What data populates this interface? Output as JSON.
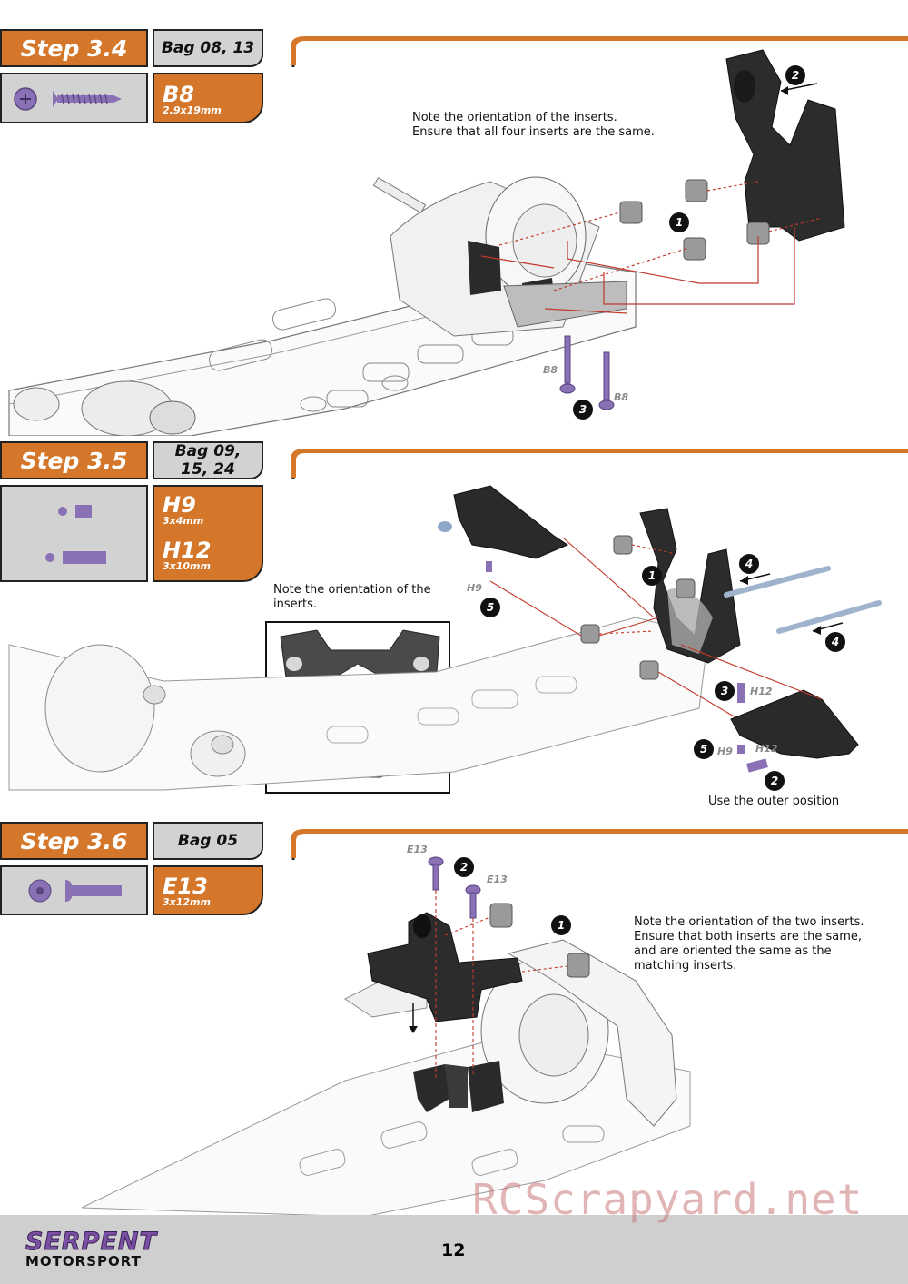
{
  "steps": [
    {
      "title": "Step 3.4",
      "bag": [
        "Bag 08, 13"
      ],
      "parts": [
        {
          "code": "B8",
          "size": "2.9x19mm",
          "icon": "screw-icon"
        }
      ],
      "notes": [
        "Note the orientation of the inserts.",
        "Ensure that all four inserts are the same."
      ],
      "callouts": [
        "1",
        "2",
        "3"
      ],
      "labels": [
        "B8",
        "B8"
      ]
    },
    {
      "title": "Step 3.5",
      "bag": [
        "Bag 09,",
        "15, 24"
      ],
      "parts": [
        {
          "code": "H9",
          "size": "3x4mm",
          "icon": "short-pin-icon"
        },
        {
          "code": "H12",
          "size": "3x10mm",
          "icon": "long-pin-icon"
        }
      ],
      "notes": [
        "Note the orientation of the",
        "inserts."
      ],
      "callouts": [
        "1",
        "4",
        "4",
        "5",
        "3",
        "5",
        "2"
      ],
      "labels": [
        "H9",
        "H12",
        "H9",
        "H12"
      ],
      "bottom_note": "Use the outer position"
    },
    {
      "title": "Step 3.6",
      "bag": [
        "Bag 05"
      ],
      "parts": [
        {
          "code": "E13",
          "size": "3x12mm",
          "icon": "button-screw-icon"
        }
      ],
      "notes": [
        "Note the orientation of the two inserts.",
        "Ensure that both inserts are the same,",
        "and are oriented the same as the",
        "matching inserts."
      ],
      "callouts": [
        "2",
        "1"
      ],
      "labels": [
        "E13",
        "E13"
      ]
    }
  ],
  "footer": {
    "brand_top": "SERPENT",
    "brand_bottom": "MOTORSPORT",
    "page_number": "12",
    "watermark": "RCScrapyard.net"
  },
  "colors": {
    "accent_orange": "#d4772a",
    "box_gray": "#d2d2d2",
    "part_purple": "#8a70b5",
    "arrow_red": "#c0392b",
    "brand_purple": "#7b4fa3"
  }
}
